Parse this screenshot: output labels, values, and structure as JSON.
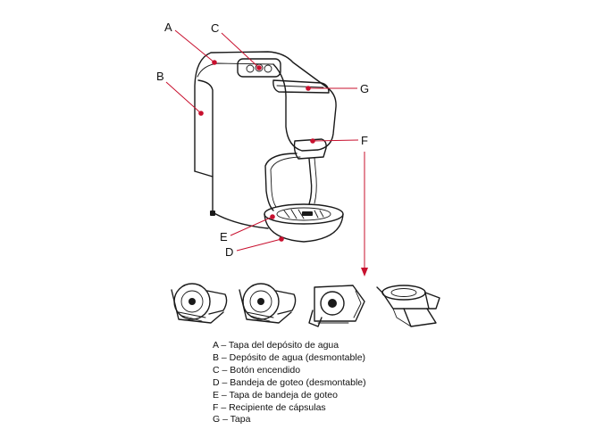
{
  "callouts": {
    "A": "A",
    "B": "B",
    "C": "C",
    "D": "D",
    "E": "E",
    "F": "F",
    "G": "G"
  },
  "legend": [
    "A – Tapa del depósito de agua",
    "B – Depósito de agua (desmontable)",
    "C – Botón encendido",
    "D – Bandeja de goteo (desmontable)",
    "E – Tapa de bandeja de goteo",
    "F – Recipiente de cápsulas",
    "G – Tapa"
  ],
  "colors": {
    "leader": "#c8102e",
    "ink": "#1a1a1a",
    "background": "#ffffff"
  }
}
